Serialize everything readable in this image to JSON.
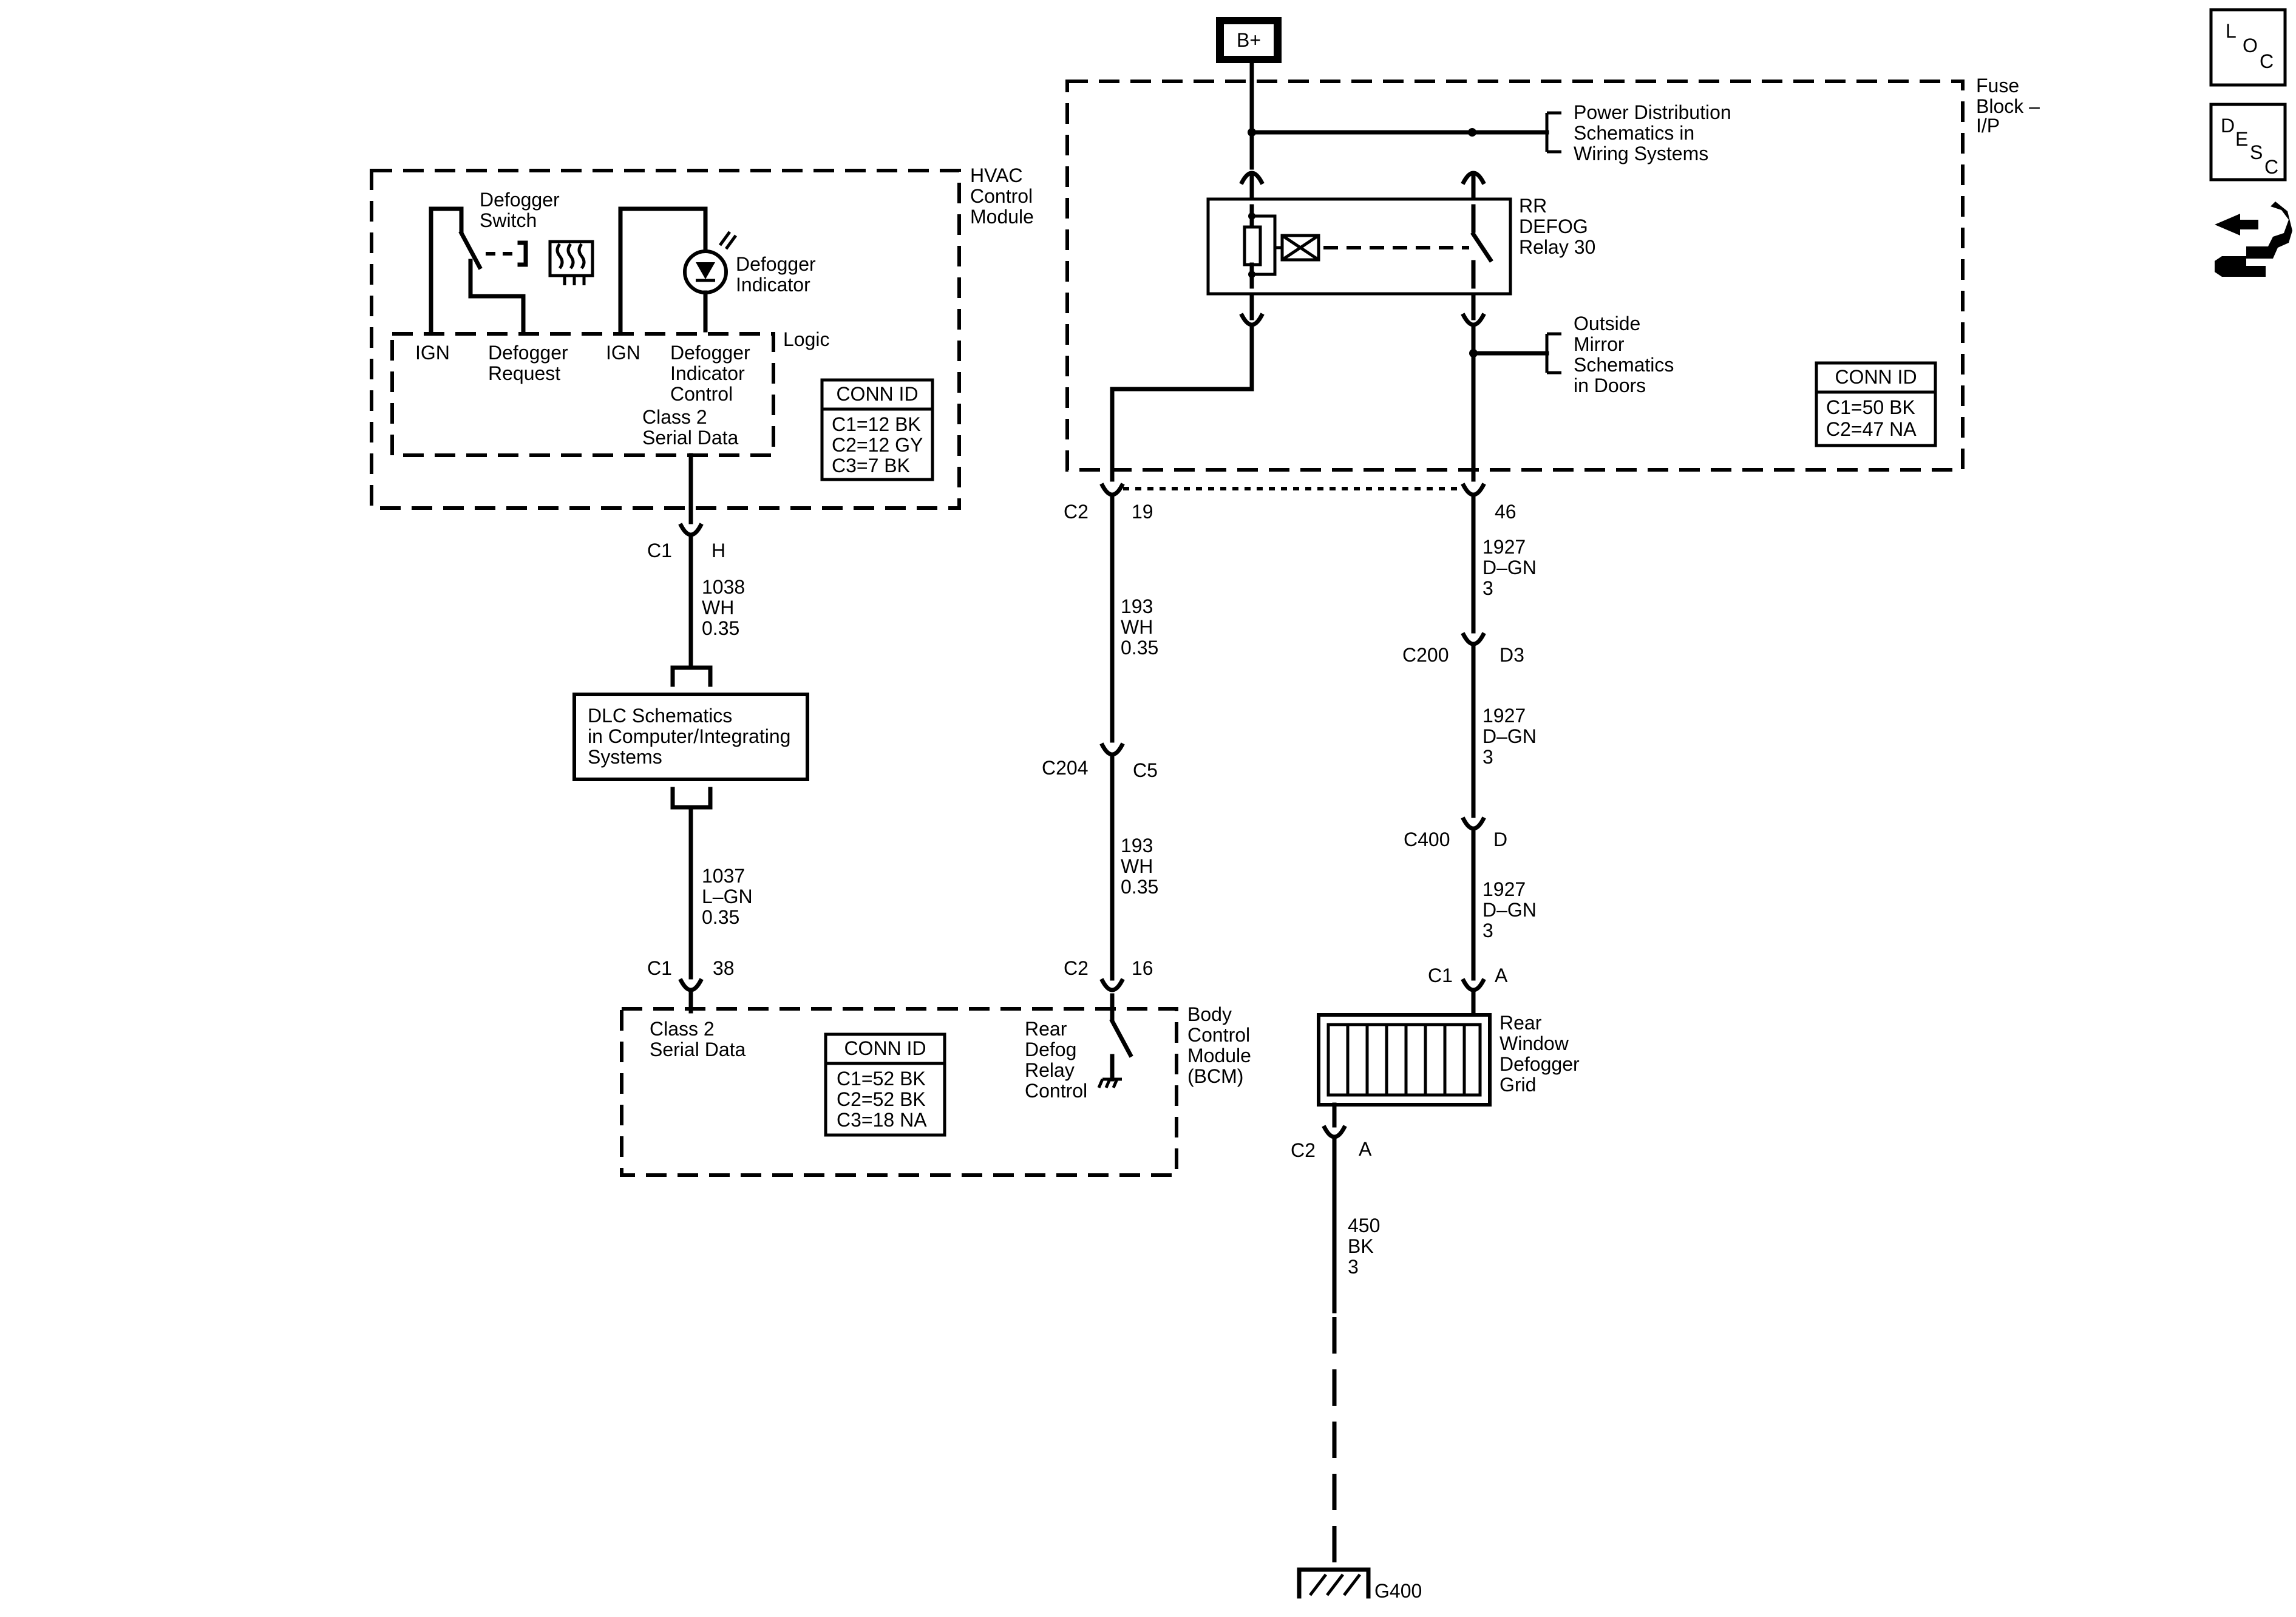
{
  "power": {
    "label": "B+"
  },
  "nav": {
    "loc": [
      "L",
      "O",
      "C"
    ],
    "desc": [
      "D",
      "E",
      "S",
      "C"
    ],
    "tools_icon": "wrench-arrows-icon"
  },
  "fuse_block": {
    "title": [
      "Fuse",
      "Block –",
      "I/P"
    ],
    "power_dist": [
      "Power Distribution",
      "Schematics in",
      "Wiring Systems"
    ],
    "relay": [
      "RR",
      "DEFOG",
      "Relay 30"
    ],
    "outside_mirror": [
      "Outside",
      "Mirror",
      "Schematics",
      "in Doors"
    ],
    "conn": {
      "title": "CONN ID",
      "rows": [
        "C1=50 BK",
        "C2=47 NA"
      ]
    },
    "pin_left": {
      "conn": "C2",
      "pin": "19"
    },
    "pin_right": {
      "pin": "46"
    }
  },
  "hvac": {
    "title": [
      "HVAC",
      "Control",
      "Module"
    ],
    "switch": [
      "Defogger",
      "Switch"
    ],
    "indicator": [
      "Defogger",
      "Indicator"
    ],
    "logic": "Logic",
    "ign1": "IGN",
    "request": [
      "Defogger",
      "Request"
    ],
    "ign2": "IGN",
    "indicator_control": [
      "Defogger",
      "Indicator",
      "Control"
    ],
    "serial": [
      "Class 2",
      "Serial Data"
    ],
    "conn": {
      "title": "CONN ID",
      "rows": [
        "C1=12 BK",
        "C2=12 GY",
        "C3=7 BK"
      ]
    },
    "pin": {
      "conn": "C1",
      "pin": "H"
    }
  },
  "wire_1038": [
    "1038",
    "WH",
    "0.35"
  ],
  "dlc": [
    "DLC Schematics",
    "in Computer/Integrating",
    "Systems"
  ],
  "wire_1037": [
    "1037",
    "L–GN",
    "0.35"
  ],
  "bcm_pin_left": {
    "conn": "C1",
    "pin": "38"
  },
  "wire_193a": [
    "193",
    "WH",
    "0.35"
  ],
  "c204": {
    "conn": "C204",
    "pin": "C5"
  },
  "wire_193b": [
    "193",
    "WH",
    "0.35"
  ],
  "bcm_pin_right": {
    "conn": "C2",
    "pin": "16"
  },
  "bcm": {
    "title": [
      "Body",
      "Control",
      "Module",
      "(BCM)"
    ],
    "serial": [
      "Class 2",
      "Serial Data"
    ],
    "relay_control": [
      "Rear",
      "Defog",
      "Relay",
      "Control"
    ],
    "conn": {
      "title": "CONN ID",
      "rows": [
        "C1=52 BK",
        "C2=52 BK",
        "C3=18 NA"
      ]
    }
  },
  "wire_1927a": [
    "1927",
    "D–GN",
    "3"
  ],
  "c200": {
    "conn": "C200",
    "pin": "D3"
  },
  "wire_1927b": [
    "1927",
    "D–GN",
    "3"
  ],
  "c400": {
    "conn": "C400",
    "pin": "D"
  },
  "wire_1927c": [
    "1927",
    "D–GN",
    "3"
  ],
  "grid_pin_top": {
    "conn": "C1",
    "pin": "A"
  },
  "grid": [
    "Rear",
    "Window",
    "Defogger",
    "Grid"
  ],
  "grid_pin_bottom": {
    "conn": "C2",
    "pin": "A"
  },
  "wire_450": [
    "450",
    "BK",
    "3"
  ],
  "ground": "G400"
}
